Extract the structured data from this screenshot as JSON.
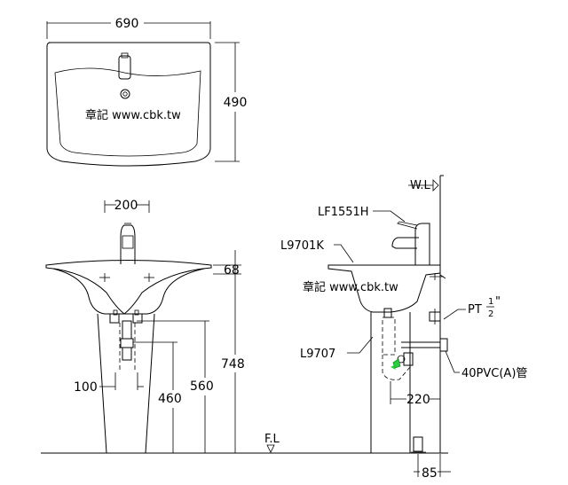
{
  "top_view": {
    "width_dim": "690",
    "depth_dim": "490",
    "watermark": "章記 www.cbk.tw"
  },
  "front_view": {
    "faucet_spacing_dim": "200",
    "rim_thickness_dim": "68",
    "rim_height_dim": "748",
    "drain_height_dim": "560",
    "supply_height_dim": "460",
    "supply_spacing_dim": "100"
  },
  "side_view": {
    "wall_label": "W.L",
    "floor_label": "F.L",
    "faucet_label": "LF1551H",
    "basin_label": "L9701K",
    "pedestal_label": "L9707",
    "supply_label": "PT",
    "supply_fraction_num": "1",
    "supply_fraction_den": "2",
    "supply_label_suffix": "\"",
    "drain_pipe_label": "40PVC(A)管",
    "watermark": "章記 www.cbk.tw",
    "drain_offset_dim": "220",
    "bottom_offset_dim": "85"
  }
}
